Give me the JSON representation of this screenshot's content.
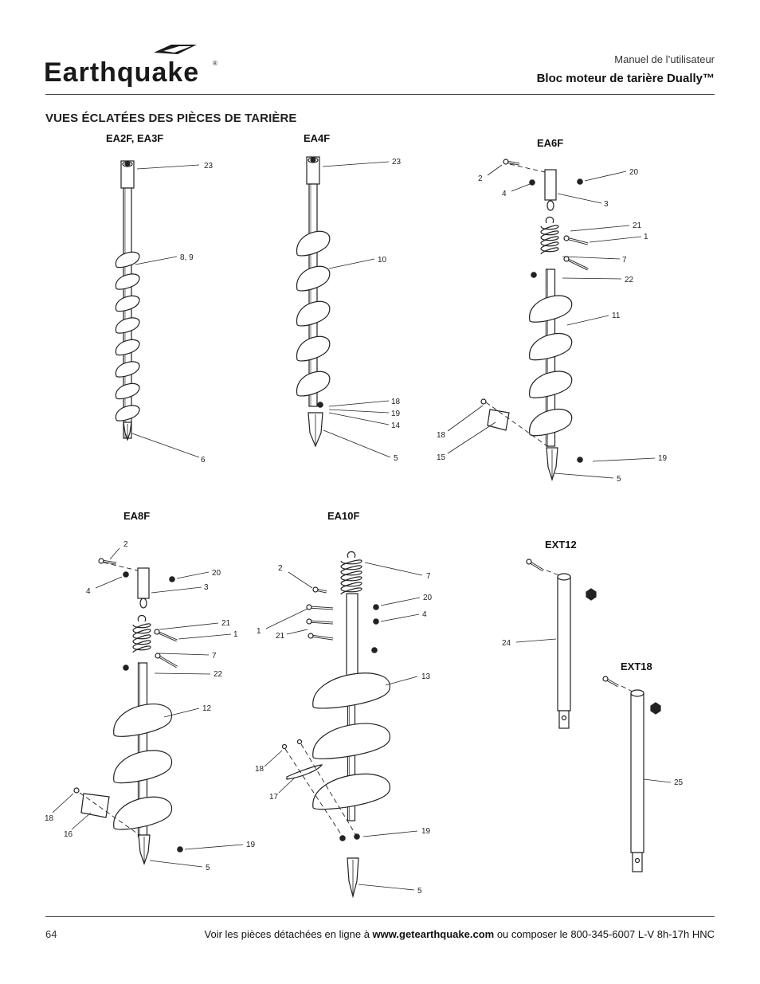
{
  "header": {
    "brand": "Earthquake",
    "subtitle": "Manuel de l’utilisateur",
    "title": "Bloc moteur de tarière Dually™"
  },
  "section_title": "VUES ÉCLATÉES DES PIÈCES DE TARIÈRE",
  "models": {
    "ea2f": "EA2F, EA3F",
    "ea4f": "EA4F",
    "ea6f": "EA6F",
    "ea8f": "EA8F",
    "ea10f": "EA10F",
    "ext12": "EXT12",
    "ext18": "EXT18"
  },
  "callouts": {
    "ea2f": [
      "23",
      "8, 9",
      "6"
    ],
    "ea4f": [
      "23",
      "10",
      "18",
      "19",
      "14",
      "5"
    ],
    "ea6f": [
      "2",
      "4",
      "20",
      "3",
      "21",
      "1",
      "7",
      "22",
      "11",
      "18",
      "15",
      "19",
      "5"
    ],
    "ea8f": [
      "2",
      "4",
      "20",
      "3",
      "21",
      "1",
      "7",
      "22",
      "12",
      "18",
      "16",
      "19",
      "5"
    ],
    "ea10f": [
      "2",
      "7",
      "20",
      "4",
      "1",
      "21",
      "13",
      "18",
      "17",
      "19",
      "5"
    ],
    "ext12": [
      "24"
    ],
    "ext18": [
      "25"
    ]
  },
  "footer": {
    "page": "64",
    "pre": "Voir les pièces détachées en ligne à ",
    "url": "www.getearthquake.com",
    "post": " ou composer le 800-345-6007 L-V 8h-17h HNC"
  },
  "colors": {
    "ink": "#222222",
    "rule": "#444444"
  }
}
